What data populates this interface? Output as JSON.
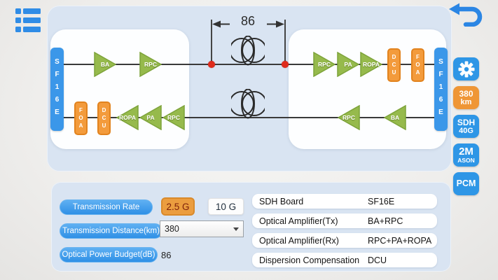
{
  "colors": {
    "blue": "#2f93e8",
    "orange": "#f0983a",
    "green": "#96ba4c",
    "red_dot": "#df2b1c",
    "panel_blue": "#d9e4f2",
    "line": "#3a3a3a"
  },
  "diagram": {
    "dimension_label": "86",
    "left_station": {
      "board_label": "SF16E",
      "tx_chain": [
        {
          "label": "BA"
        },
        {
          "label": "RPC"
        }
      ],
      "rx_chain": [
        {
          "label": "FOA"
        },
        {
          "label": "DCU"
        },
        {
          "label": "ROPA"
        },
        {
          "label": "PA"
        },
        {
          "label": "RPC"
        }
      ]
    },
    "right_station": {
      "board_label": "SF16E",
      "rx_chain": [
        {
          "label": "RPC"
        },
        {
          "label": "PA"
        },
        {
          "label": "ROPA"
        },
        {
          "label": "DCU"
        },
        {
          "label": "FOA"
        }
      ],
      "tx_chain": [
        {
          "label": "RPC"
        },
        {
          "label": "BA"
        }
      ]
    }
  },
  "sidebar": {
    "buttons": {
      "distance": {
        "line1": "380",
        "line2": "km"
      },
      "sdh": {
        "line1": "SDH",
        "line2": "40G"
      },
      "ason": {
        "line1": "2M",
        "line2": "ASON"
      },
      "pcm": {
        "label": "PCM"
      }
    }
  },
  "controls": {
    "rate_label": "Transmission Rate",
    "rate_selected": "2.5 G",
    "rate_alt": "10 G",
    "distance_label": "Transmission Distance(km)",
    "distance_value": "380",
    "budget_label": "Optical Power Budget(dB)",
    "budget_value": "86"
  },
  "results": {
    "rows": [
      {
        "label": "SDH Board",
        "value": "SF16E"
      },
      {
        "label": "Optical Amplifier(Tx)",
        "value": "BA+RPC"
      },
      {
        "label": "Optical Amplifier(Rx)",
        "value": "RPC+PA+ROPA"
      },
      {
        "label": "Dispersion Compensation",
        "value": "DCU"
      }
    ]
  }
}
